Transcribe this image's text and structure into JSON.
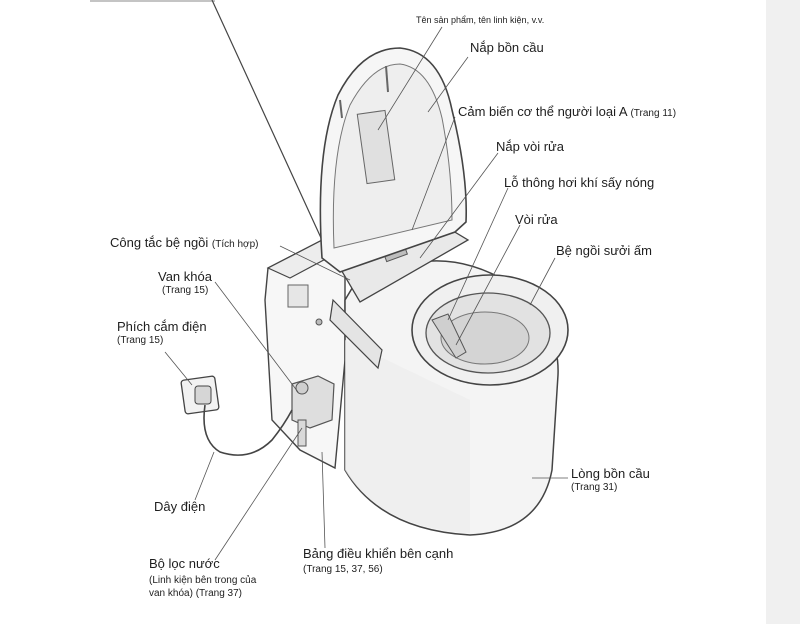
{
  "labels": {
    "product_name": "Tên sản phẩm, tên linh kiện, v.v.",
    "lid": "Nắp bồn cầu",
    "body_sensor": "Cảm biến cơ thể người loại A",
    "body_sensor_page": "(Trang 11)",
    "nozzle_cover": "Nắp vòi rửa",
    "warm_air_outlet": "Lỗ thông hơi khí sấy nóng",
    "nozzle": "Vòi rửa",
    "heated_seat": "Bệ ngồi sưởi ấm",
    "seat_switch": "Công tắc bệ ngồi",
    "seat_switch_note": "(Tích hợp)",
    "shutoff_valve": "Van khóa",
    "shutoff_valve_page": "(Trang 15)",
    "power_plug": "Phích cắm điện",
    "power_plug_page": "(Trang 15)",
    "power_cord": "Dây điện",
    "bowl": "Lòng bồn cầu",
    "bowl_page": "(Trang 31)",
    "water_filter": "Bộ lọc nước",
    "water_filter_note_1": "(Linh kiện bên trong của",
    "water_filter_note_2": "van khóa) (Trang 37)",
    "side_panel": "Bảng điều khiển bên cạnh",
    "side_panel_page": "(Trang 15, 37, 56)"
  }
}
